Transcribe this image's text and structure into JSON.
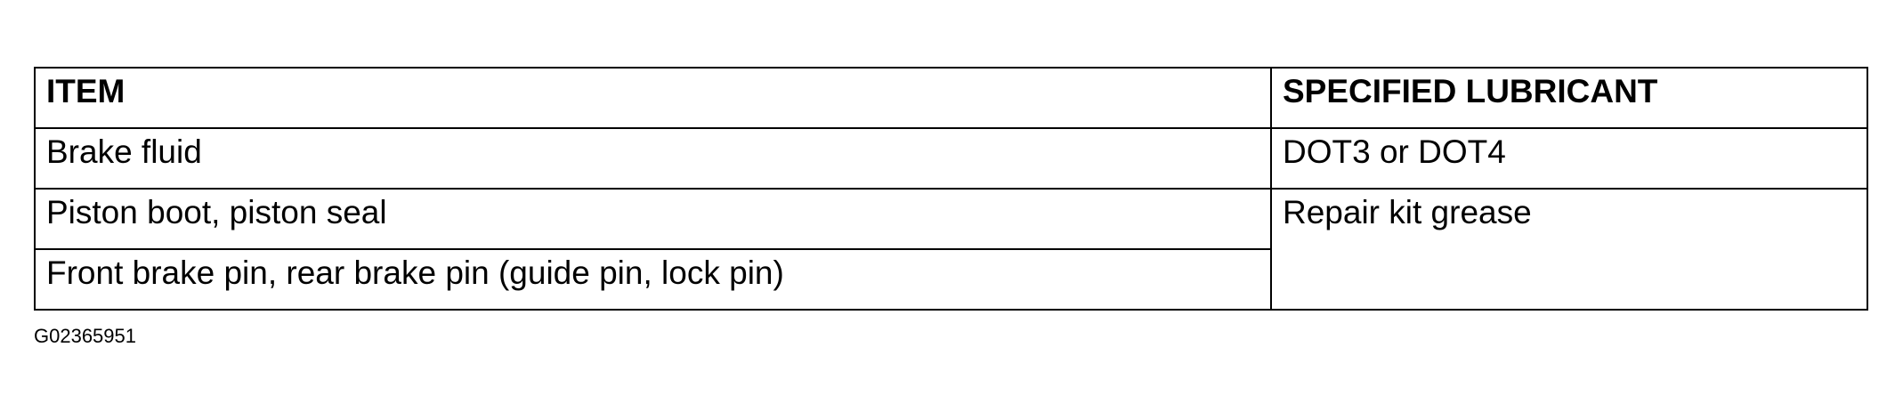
{
  "table": {
    "headers": {
      "item": "ITEM",
      "lubricant": "SPECIFIED LUBRICANT"
    },
    "rows": [
      {
        "item": "Brake fluid",
        "lubricant": "DOT3 or DOT4"
      },
      {
        "item": "Piston boot, piston seal",
        "lubricant": "Repair kit grease"
      },
      {
        "item": "Front brake pin, rear brake pin (guide pin, lock pin)",
        "lubricant": ""
      }
    ]
  },
  "figure_id": "G02365951"
}
